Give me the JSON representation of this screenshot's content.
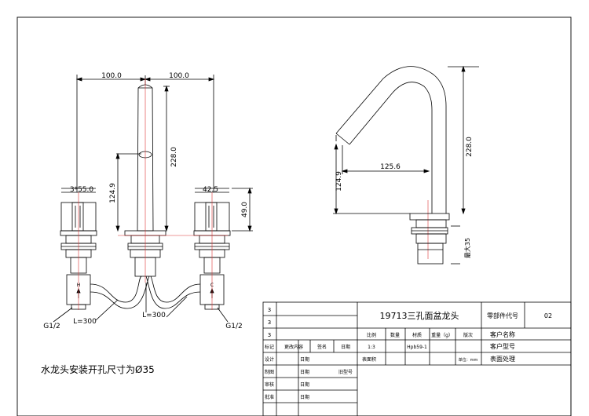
{
  "drawing": {
    "install_note": "水龙头安装开孔尺寸为Ø35",
    "front_view": {
      "dim_top_left": "100.0",
      "dim_top_right": "100.0",
      "dim_spout_height": "228.0",
      "dim_spout_outlet": "124.9",
      "dim_handle_spacing": "3*55.0",
      "dim_handle_width": "42.5",
      "dim_handle_height": "49.0",
      "hose_left": "L=300",
      "hose_mid": "L=300",
      "thread_left": "G1/2",
      "thread_right": "G1/2",
      "mark_hot": "H",
      "mark_cold": "C"
    },
    "side_view": {
      "dim_reach": "125.6",
      "dim_outlet_height": "124.9",
      "dim_total_height": "228.0",
      "dim_max_thickness": "最大35"
    },
    "title_block": {
      "product_title": "19713三孔面盆龙头",
      "part_code_label": "零部件代号",
      "part_code_value": "02",
      "customer_name_label": "客户名称",
      "customer_model_label": "客户型号",
      "surface_label": "表面处理",
      "scale_label": "比例",
      "qty_label": "数量",
      "material_label": "材质",
      "weight_label": "重量（g）",
      "version_label": "版次",
      "scale_value": "1:3",
      "material_value": "Hpb59-1",
      "unit_value": "单位：mm",
      "rev_rows": [
        "3",
        "3",
        "3"
      ],
      "mark_label": "标记",
      "change_label": "更改内容",
      "sign_label": "签名",
      "date_label": "日期",
      "surface_area_label": "表面积",
      "old_model_label": "旧型号",
      "design_label": "设计",
      "draw_label": "制图",
      "review_label": "审核",
      "approve_label": "批准",
      "date_cells": [
        "日期",
        "日期",
        "日期",
        "日期"
      ]
    }
  }
}
